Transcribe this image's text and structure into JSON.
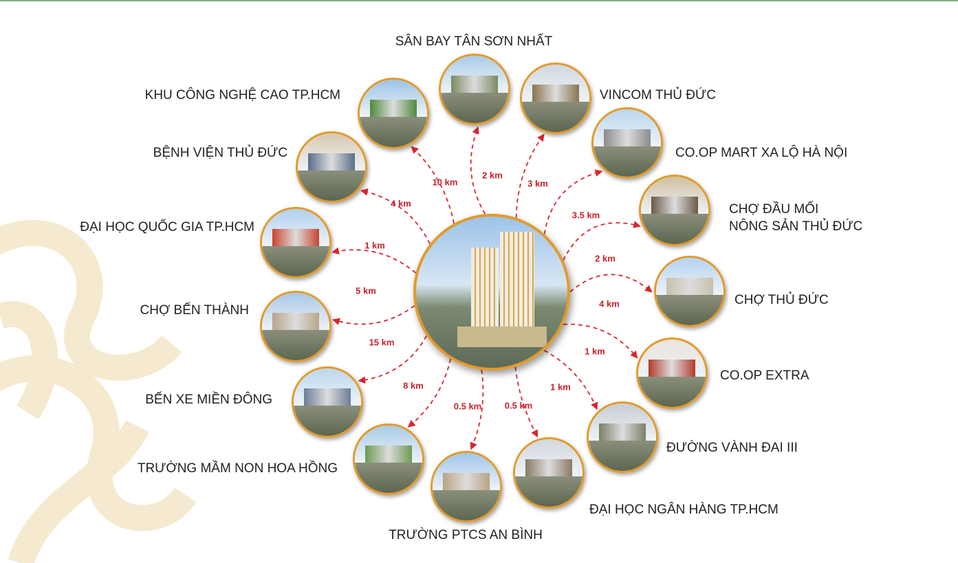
{
  "center": {
    "name": "project-tower"
  },
  "accent_color": "#c8212b",
  "ring_color": "#e39a2a",
  "locations": [
    {
      "id": "san-bay",
      "label": "SÂN BAY TÂN SƠN NHẤT",
      "distance": "10 km"
    },
    {
      "id": "khu-cnc",
      "label": "KHU CÔNG NGHỆ CAO TP.HCM",
      "distance": "4 km"
    },
    {
      "id": "vincom",
      "label": "VINCOM THỦ ĐỨC",
      "distance": "2 km"
    },
    {
      "id": "coop-mart",
      "label": "CO.OP MART  XA LỘ HÀ NỘI",
      "distance": "3 km"
    },
    {
      "id": "benh-vien",
      "label": "BỆNH VIỆN THỦ ĐỨC",
      "distance": "1 km"
    },
    {
      "id": "cho-dau-moi",
      "label": "CHỢ ĐẦU MỐI\nNÔNG SẢN THỦ ĐỨC",
      "label_lines": [
        "CHỢ ĐẦU MỐI",
        "NÔNG SẢN THỦ ĐỨC"
      ],
      "distance": "3.5 km"
    },
    {
      "id": "dh-quoc-gia",
      "label": "ĐẠI HỌC QUỐC GIA TP.HCM",
      "distance": "5 km"
    },
    {
      "id": "cho-thu-duc",
      "label": "CHỢ THỦ ĐỨC",
      "distance": "2 km"
    },
    {
      "id": "cho-ben-thanh",
      "label": "CHỢ BẾN THÀNH",
      "distance": "15 km"
    },
    {
      "id": "coop-extra",
      "label": "CO.OP EXTRA",
      "distance": "4 km"
    },
    {
      "id": "ben-xe",
      "label": "BẾN XE MIỀN ĐÔNG",
      "distance": "8 km"
    },
    {
      "id": "vanh-dai",
      "label": "ĐƯỜNG VÀNH ĐAI III",
      "distance": "1 km"
    },
    {
      "id": "mam-non",
      "label": "TRƯỜNG MẦM NON HOA HỒNG",
      "distance": "0.5 km"
    },
    {
      "id": "dh-ngan-hang",
      "label": "ĐẠI HỌC NGÂN HÀNG TP.HCM",
      "distance": "1 km"
    },
    {
      "id": "ptcs",
      "label": "TRƯỜNG PTCS AN BÌNH",
      "distance": "0.5 km"
    }
  ]
}
